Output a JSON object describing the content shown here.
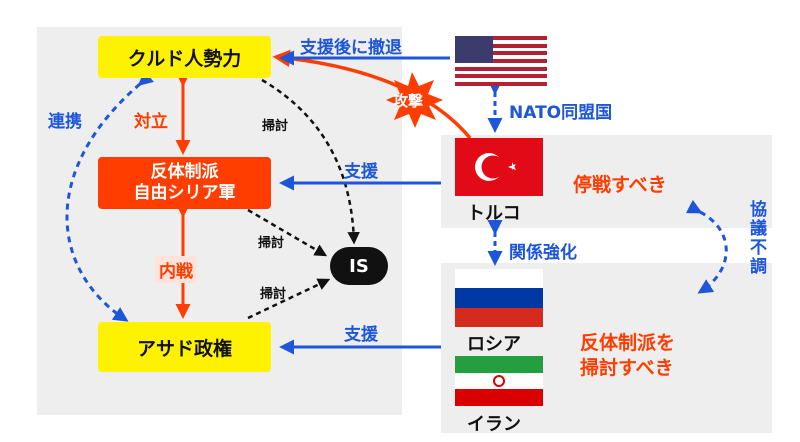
{
  "nodes": {
    "kurd": "クルド人勢力",
    "fsa_line1": "反体制派",
    "fsa_line2": "自由シリア軍",
    "assad": "アサド政権",
    "is": "IS"
  },
  "labels": {
    "renkei": "連携",
    "tairitsu": "対立",
    "naisen": "内戦",
    "touto1": "掃討",
    "touto2": "掃討",
    "touto3": "掃討",
    "shien_withdraw": "支援後に撤退",
    "kougeki": "攻撃",
    "nato": "NATO同盟国",
    "shien_fsa": "支援",
    "shien_assad": "支援",
    "kankei": "関係強化",
    "kyogi": "協議不調"
  },
  "countries": {
    "usa": "",
    "turkey": "トルコ",
    "russia": "ロシア",
    "iran": "イラン"
  },
  "positions": {
    "turkey": "停戦すべき",
    "ri_line1": "反体制派を",
    "ri_line2": "掃討すべき"
  },
  "colors": {
    "blue": "#1d56d9",
    "orange": "#ff3d00",
    "yellow": "#fff200",
    "panel": "#eeeeee"
  },
  "icons": [
    "usa-flag-icon",
    "turkey-flag-icon",
    "russia-flag-icon",
    "iran-flag-icon",
    "explosion-icon"
  ]
}
